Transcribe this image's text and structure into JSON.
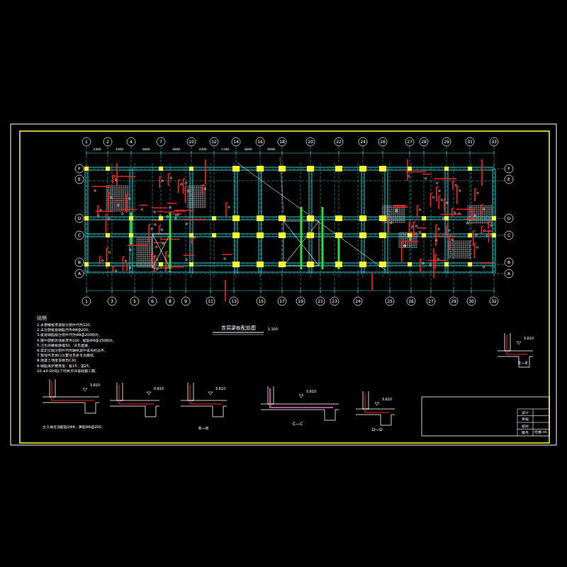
{
  "diagram": {
    "title": "首层梁板配筋图",
    "labels": [
      "1",
      "2",
      "4",
      "7",
      "10",
      "12",
      "14",
      "16",
      "18",
      "20",
      "22",
      "24",
      "26",
      "27",
      "28",
      "29",
      "31",
      "33",
      "1",
      "3",
      "5",
      "6",
      "8",
      "9",
      "11",
      "13",
      "15",
      "17",
      "19",
      "21",
      "23",
      "24",
      "25",
      "26",
      "27",
      "29",
      "30",
      "32",
      "F",
      "E",
      "D",
      "C",
      "B",
      "A",
      "F",
      "E",
      "D",
      "C",
      "B",
      "A",
      "1:100",
      "说明",
      "1.本层楼板厚度除注明外均为120。",
      "2.未注明板面钢筋均为Φ8@200。",
      "3.板底钢筋除注明外均为Φ8@200双向。",
      "4.图中阴影区域板厚为100，配筋Φ8@150双向。",
      "5.卫生间楼板降低50，详见建施。",
      "6.梁定位除注明外均为轴线居中或与柱边齐。",
      "7.预埋件及洞口位置详见各专业图纸。",
      "8.混凝土强度等级为C30。",
      "9.钢筋保护层厚度：板15，梁25。",
      "10.±0.000以下结构另详基础施工图。",
      "女儿墙压顶配筋2Φ8，箍筋Φ6@200。",
      "B—B",
      "C—C",
      "D—D",
      "E—E",
      "3.810",
      "3.810",
      "3.810",
      "3.810",
      "3.810",
      "3.810",
      "设计",
      "审核",
      "校对",
      "图号",
      "结施-05",
      "3300",
      "3300",
      "3600",
      "3600",
      "3300",
      "2100",
      "3600",
      "3000"
    ]
  }
}
